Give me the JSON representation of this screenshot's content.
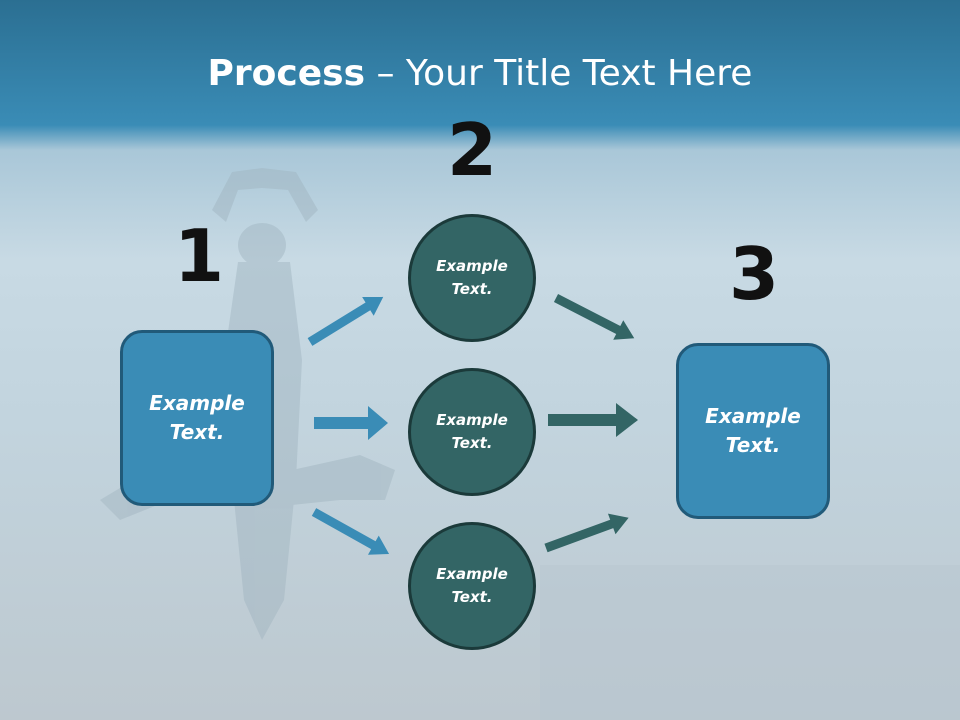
{
  "title": {
    "bold": "Process",
    "rest": " – Your Title Text Here"
  },
  "steps": [
    {
      "number": "1",
      "box_text": "Example\nText."
    },
    {
      "number": "2",
      "circles": [
        "Example\nText.",
        "Example\nText.",
        "Example\nText."
      ]
    },
    {
      "number": "3",
      "box_text": "Example\nText."
    }
  ],
  "colors": {
    "box": "#3a8cb6",
    "circle": "#336565",
    "arrow_left": "#3a8cb6",
    "arrow_right": "#336565"
  }
}
